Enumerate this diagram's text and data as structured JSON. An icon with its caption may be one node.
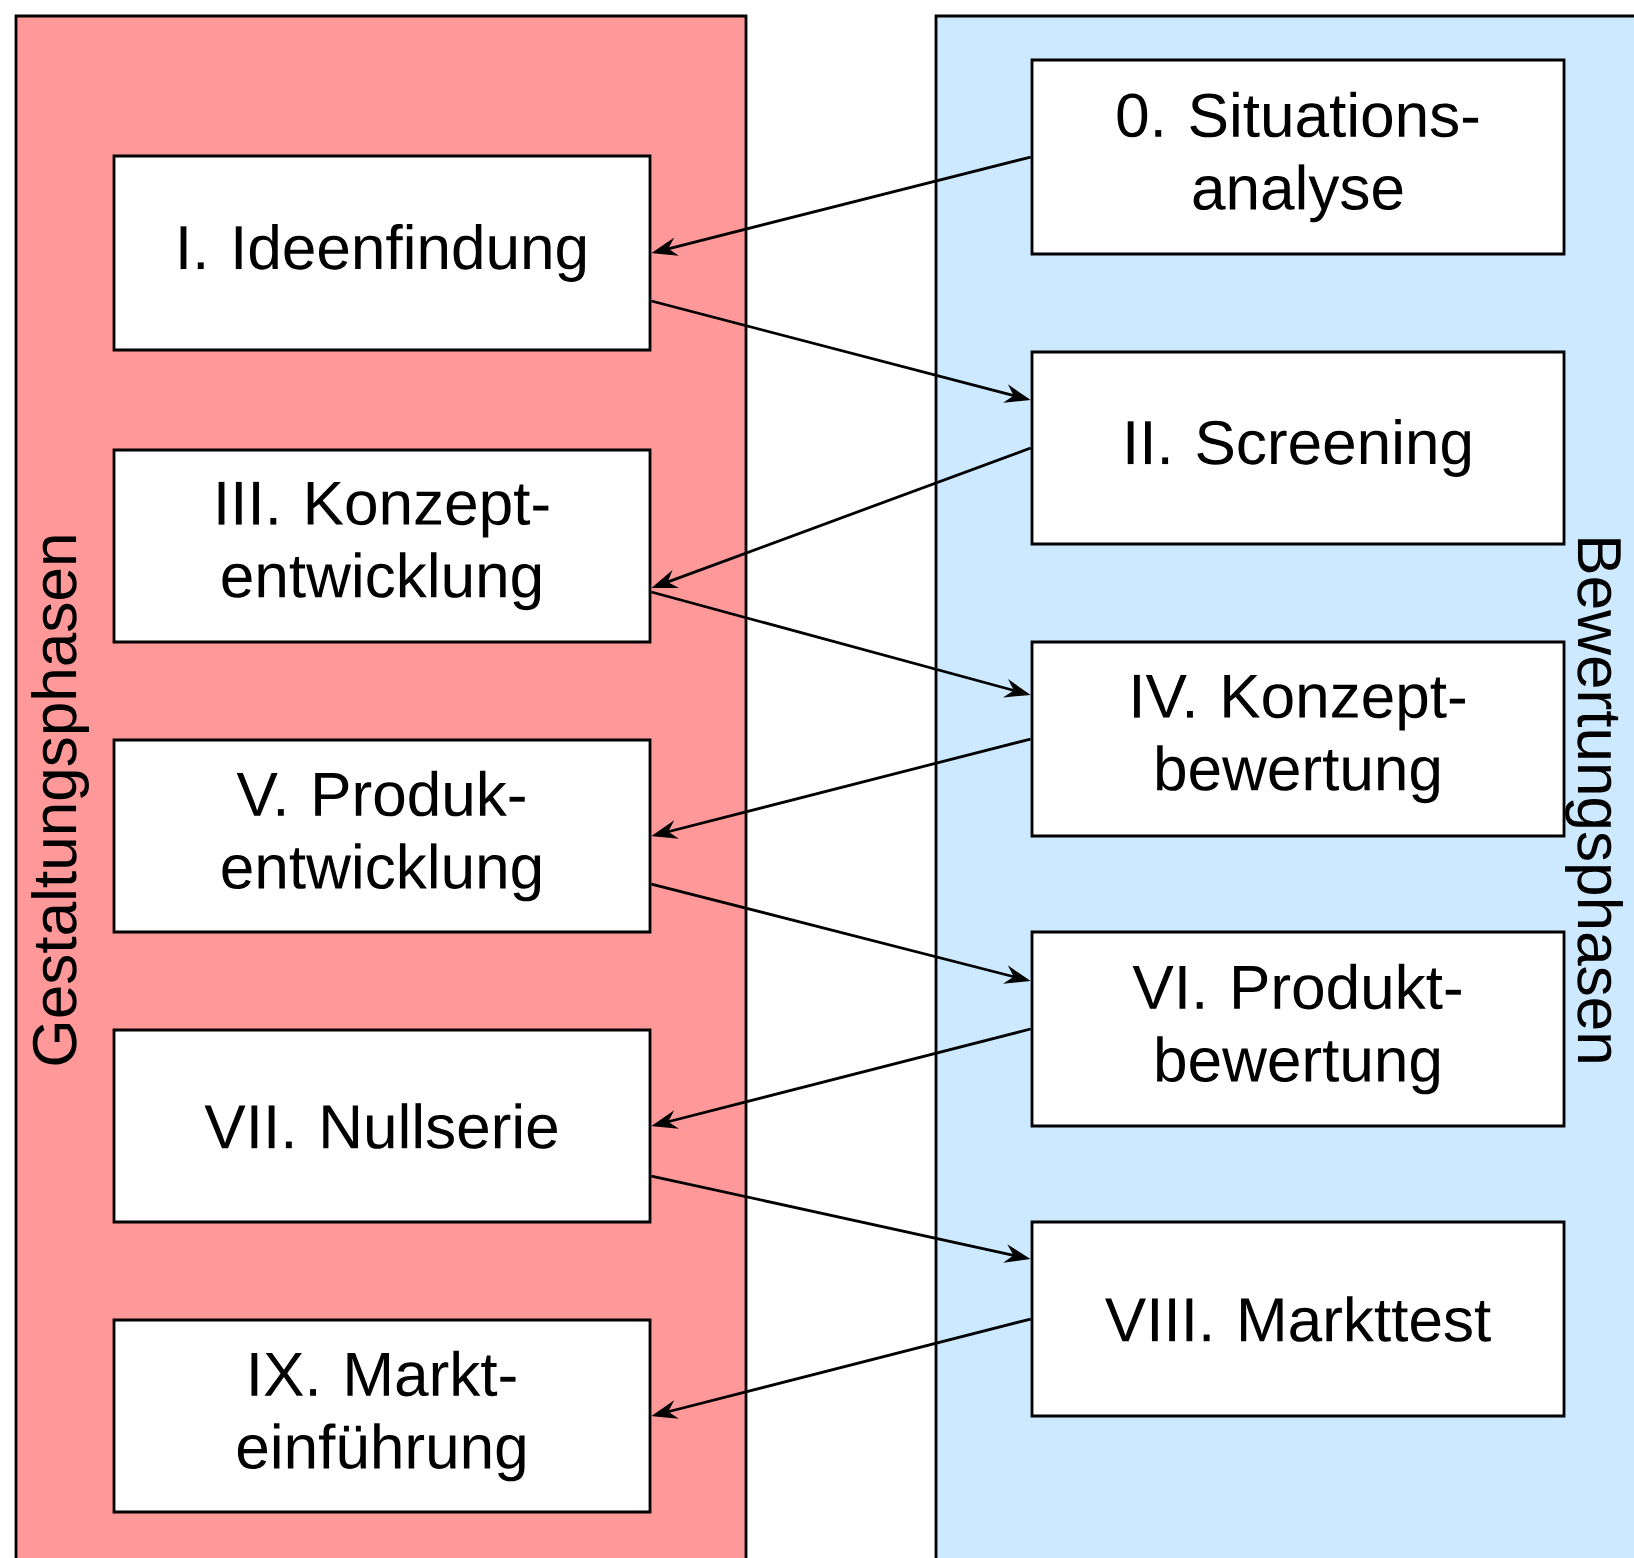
{
  "diagram": {
    "nodes": [
      {
        "text": [
          "Gestaltungsphasen"
        ]
      },
      {
        "text": [
          "Bewertungsphasen"
        ]
      },
      {
        "text": [
          "0. Situations- analyse"
        ],
        "in": 1
      },
      {
        "text": [
          "I. Ideenfindung"
        ],
        "in": 0
      },
      {
        "text": [
          "II. Screening"
        ],
        "in": 1
      },
      {
        "text": [
          "III. Konzept- entwicklung"
        ],
        "in": 0
      },
      {
        "text": [
          "IV. Konzept- bewertung"
        ],
        "in": 1
      },
      {
        "text": [
          "V. Produk- entwicklung"
        ],
        "in": 0
      },
      {
        "text": [
          "VI. Produkt- bewertung"
        ],
        "in": 1
      },
      {
        "text": [
          "VII. Nullserie"
        ],
        "in": 0
      },
      {
        "text": [
          "VIII. Markttest"
        ],
        "in": 1
      },
      {
        "text": [
          "IX. Markt- einführung"
        ],
        "in": 0
      }
    ],
    "edges": [
      {
        "from": 2,
        "to": 3,
        "arrow": "to"
      },
      {
        "from": 3,
        "to": 4,
        "arrow": "to"
      },
      {
        "from": 4,
        "to": 5,
        "arrow": "to"
      },
      {
        "from": 5,
        "to": 6,
        "arrow": "to"
      },
      {
        "from": 6,
        "to": 7,
        "arrow": "to"
      },
      {
        "from": 7,
        "to": 8,
        "arrow": "to"
      },
      {
        "from": 8,
        "to": 9,
        "arrow": "to"
      },
      {
        "from": 9,
        "to": 10,
        "arrow": "to"
      },
      {
        "from": 10,
        "to": 11,
        "arrow": "to"
      }
    ]
  }
}
